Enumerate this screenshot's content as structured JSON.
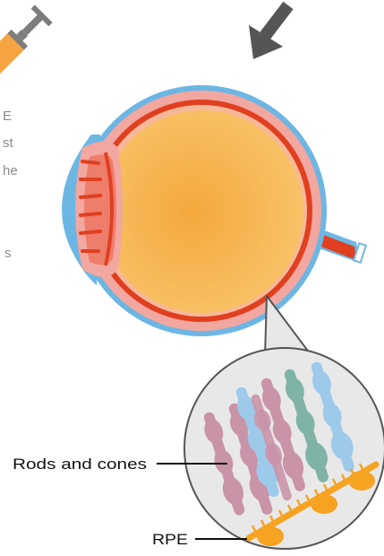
{
  "colors": {
    "sclera_blue": "#6cb6e4",
    "choroid_pink": "#f2a7a0",
    "retina_red": "#e0401f",
    "vitreous_orange": "#f6b04e",
    "syringe_orange": "#f5a442",
    "syringe_gray": "#7d7d7d",
    "arrow_gray": "#555555",
    "inset_fill": "#e8e8e8",
    "rod_pink": "#c993a8",
    "cone_blue": "#9dcaea",
    "cone_green": "#7fb3a6",
    "rpe_orange": "#f6a321"
  },
  "icons": [
    "syringe-icon",
    "direction-arrow-icon"
  ],
  "cropped_text": {
    "line1": "E",
    "line2": "st",
    "line3": "he",
    "line4": "s"
  },
  "labels": {
    "rods_and_cones": "Rods and cones",
    "rpe": "RPE"
  }
}
